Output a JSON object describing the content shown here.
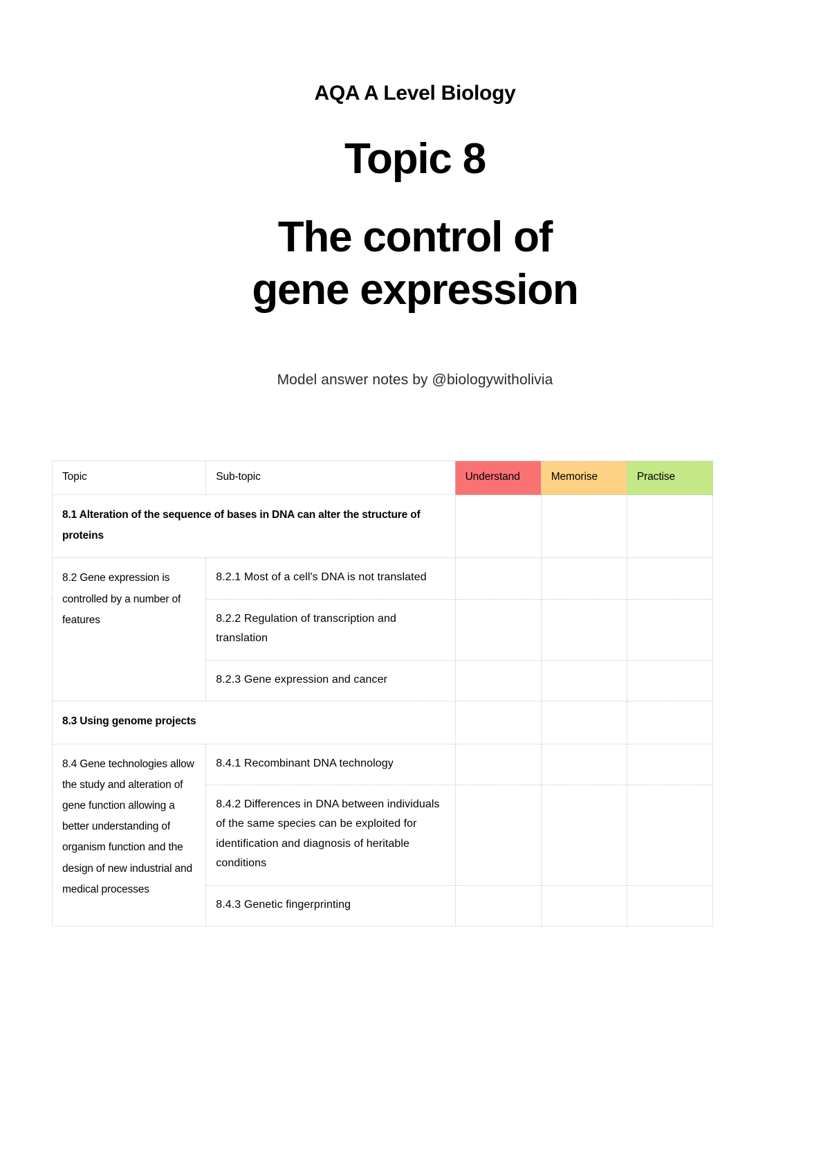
{
  "header": {
    "eyebrow": "AQA A Level Biology",
    "title_line_1": "Topic 8",
    "title_line_2": "The control of",
    "title_line_3": "gene expression",
    "byline": "Model answer notes by @biologywitholivia"
  },
  "colors": {
    "understand": "#fa7273",
    "memorise": "#fdd285",
    "practise": "#c5e887",
    "grid": "#c9c9c9",
    "text": "#000000",
    "page_background": "#ffffff"
  },
  "table": {
    "columns": [
      {
        "key": "topic",
        "label": "Topic"
      },
      {
        "key": "subtopic",
        "label": "Sub-topic"
      },
      {
        "key": "understand",
        "label": "Understand"
      },
      {
        "key": "memorise",
        "label": "Memorise"
      },
      {
        "key": "practise",
        "label": "Practise"
      }
    ],
    "groups": [
      {
        "topic": "8.1 Alteration of the sequence of bases in DNA can alter the structure of proteins",
        "topic_spans_subtopic": true,
        "subtopics": [
          ""
        ]
      },
      {
        "topic": "8.2 Gene expression is controlled by a number of features",
        "topic_spans_subtopic": false,
        "subtopics": [
          "8.2.1 Most of a cell's DNA is not translated",
          "8.2.2 Regulation of transcription and translation",
          "8.2.3 Gene expression and cancer"
        ]
      },
      {
        "topic": "8.3 Using genome projects",
        "topic_spans_subtopic": true,
        "subtopics": [
          ""
        ]
      },
      {
        "topic": "8.4 Gene technologies allow the study and alteration of gene function allowing a better understanding of organism function and the design of new industrial and medical processes",
        "topic_spans_subtopic": false,
        "subtopics": [
          "8.4.1 Recombinant DNA technology",
          "8.4.2 Differences in DNA between individuals of the same species can be exploited for identification and diagnosis of heritable conditions",
          "8.4.3 Genetic fingerprinting"
        ]
      }
    ],
    "checkbox_cells_empty": true
  }
}
